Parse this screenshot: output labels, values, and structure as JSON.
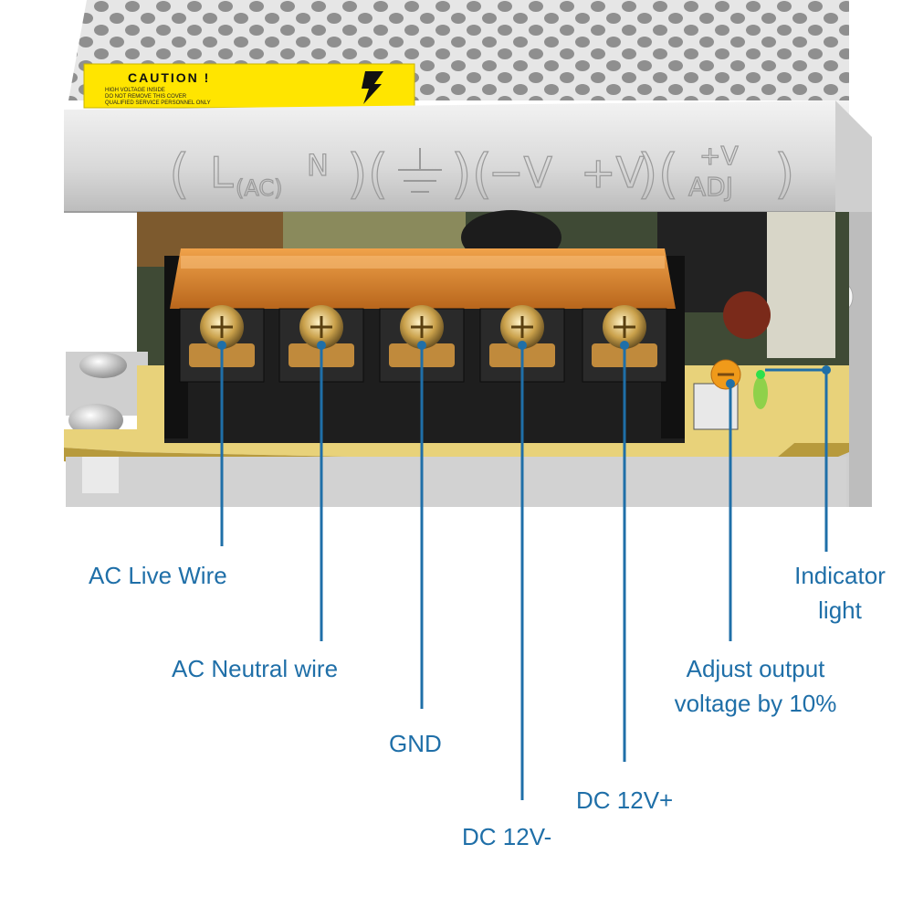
{
  "caution_sticker": {
    "title": "CAUTION !",
    "lines": [
      "HIGH VOLTAGE INSIDE",
      "DO NOT REMOVE THIS COVER",
      "QUALIFIED SERVICE PERSONNEL ONLY"
    ]
  },
  "terminal_markings": {
    "l": "L",
    "ac": "(AC)",
    "n": "N",
    "neg_v": "−V",
    "pos_v": "+V",
    "adj_top": "+V",
    "adj_bottom": "ADJ"
  },
  "callouts": {
    "ac_live": "AC Live Wire",
    "ac_neutral": "AC Neutral wire",
    "gnd": "GND",
    "dc_neg": "DC 12V-",
    "dc_pos": "DC 12V+",
    "adjust_line1": "Adjust output",
    "adjust_line2": "voltage by 10%",
    "indicator_line1": "Indicator",
    "indicator_line2": "light"
  },
  "colors": {
    "callout_text": "#1f6fa8",
    "leader_line": "#1f6fa8",
    "caution_yellow": "#ffe500",
    "terminal_cover": "#d98a2a",
    "pcb": "#e8d27a",
    "chassis": "#dcdcdc"
  }
}
